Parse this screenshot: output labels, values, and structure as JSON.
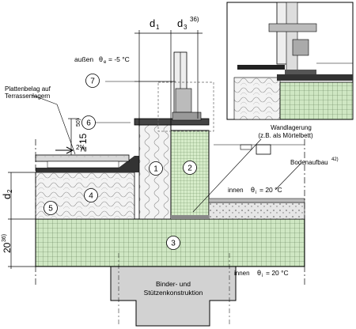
{
  "dimensions": {
    "d1": "d",
    "d1_sub": "1",
    "d3": "d",
    "d3_sub": "3",
    "d3_sup": "36)",
    "d2": "d",
    "d2_sub": "2",
    "height_min": "≥ 15",
    "height_min_sup": "50)",
    "height_20": "20",
    "height_20_sup": "36)"
  },
  "labels": {
    "outside": "außen",
    "outside_theta": "θ",
    "outside_theta_sub": "e",
    "outside_value": "= -5 °C",
    "paving": "Plattenbelag auf",
    "paving2": "Terrassenlagern",
    "slope": "2%",
    "wall_bearing": "Wandlagerung",
    "wall_bearing2": "(z.B. als Mörtelbett)",
    "floor_build": "Bodenaufbau",
    "floor_build_sup": "42)",
    "inside_upper": "innen",
    "inside_upper_theta": "θ",
    "inside_upper_sub": "i",
    "inside_upper_value": "= 20 °C",
    "inside_lower": "innen",
    "inside_lower_theta": "θ",
    "inside_lower_sub": "i",
    "inside_lower_value": "= 20 °C",
    "support1": "Binder- und",
    "support2": "Stützenkonstruktion"
  },
  "markers": [
    "1",
    "2",
    "3",
    "4",
    "5",
    "6",
    "7"
  ]
}
